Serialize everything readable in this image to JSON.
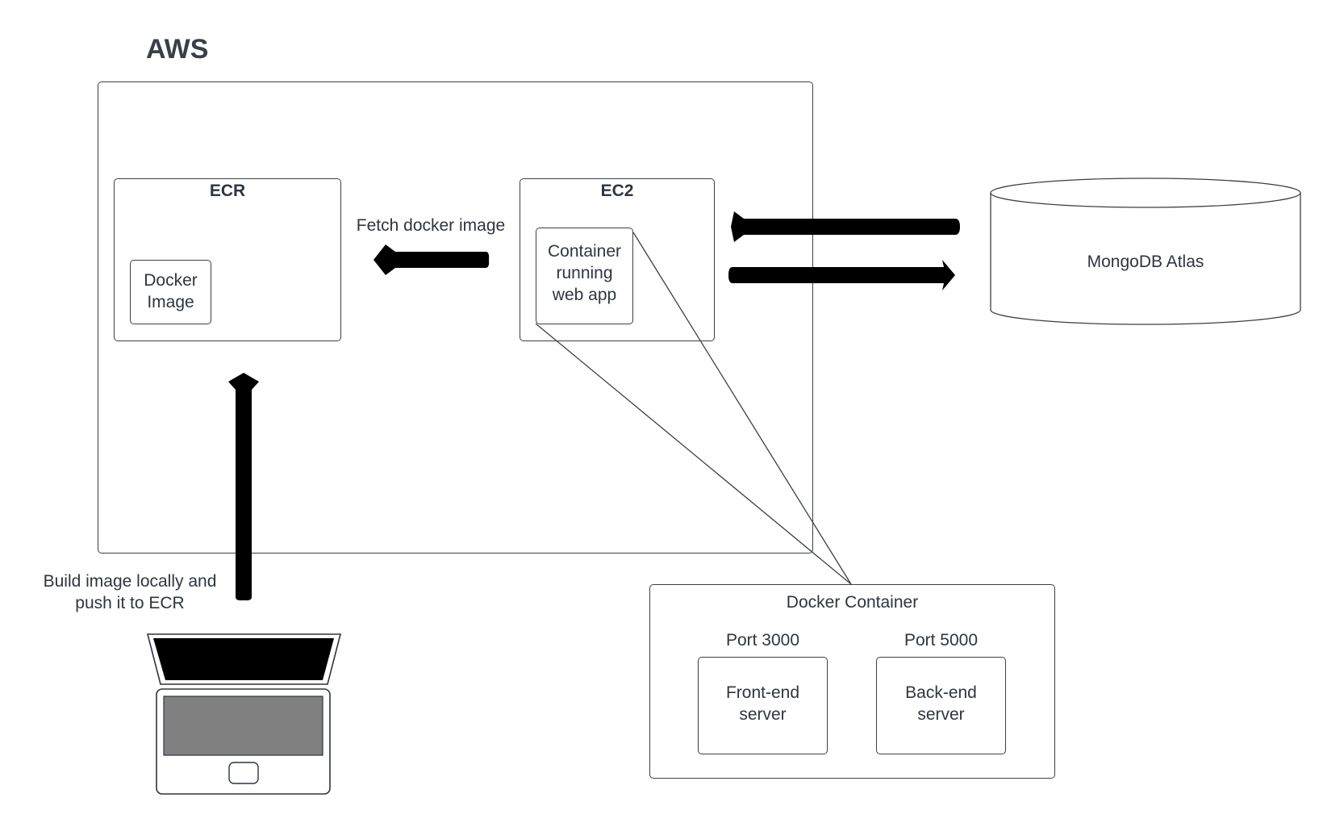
{
  "aws": {
    "title": "AWS"
  },
  "ecr": {
    "title": "ECR",
    "docker_image": "Docker\nImage"
  },
  "ec2": {
    "title": "EC2",
    "container": "Container\nrunning\nweb app"
  },
  "arrows": {
    "fetch_label": "Fetch docker image",
    "build_label": "Build image locally and\npush it to ECR"
  },
  "database": {
    "label": "MongoDB Atlas"
  },
  "docker_container": {
    "title": "Docker Container",
    "ports": [
      {
        "port": "Port 3000",
        "server": "Front-end\nserver"
      },
      {
        "port": "Port 5000",
        "server": "Back-end\nserver"
      }
    ]
  },
  "colors": {
    "stroke": "#3a3f47",
    "arrow": "#000000",
    "screen_dark": "#000000",
    "screen_gray": "#808080"
  }
}
